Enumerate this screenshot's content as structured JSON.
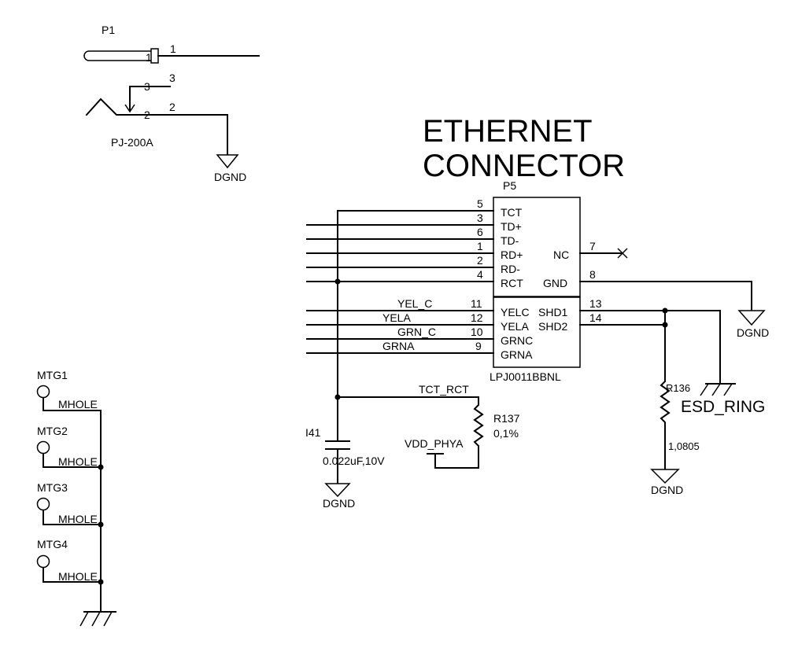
{
  "title": {
    "line1": "ETHERNET",
    "line2": "CONNECTOR"
  },
  "power_jack": {
    "ref": "P1",
    "part": "PJ-200A",
    "pins": [
      "1",
      "1",
      "3",
      "3",
      "2",
      "2"
    ],
    "ground": "DGND"
  },
  "connector": {
    "ref": "P5",
    "part": "LPJ0011BBNL",
    "left_pins": [
      {
        "num": "5",
        "name": "TCT"
      },
      {
        "num": "3",
        "name": "TD+"
      },
      {
        "num": "6",
        "name": "TD-"
      },
      {
        "num": "1",
        "name": "RD+"
      },
      {
        "num": "2",
        "name": "RD-"
      },
      {
        "num": "4",
        "name": "RCT"
      }
    ],
    "led_pins": [
      {
        "num": "11",
        "name": "YELC",
        "net": "YEL_C"
      },
      {
        "num": "12",
        "name": "YELA",
        "net": "YELA"
      },
      {
        "num": "10",
        "name": "GRNC",
        "net": "GRN_C"
      },
      {
        "num": "9",
        "name": "GRNA",
        "net": "GRNA"
      }
    ],
    "right_pins": [
      {
        "num": "7",
        "name": "NC"
      },
      {
        "num": "8",
        "name": "GND"
      },
      {
        "num": "13",
        "name": "SHD1"
      },
      {
        "num": "14",
        "name": "SHD2"
      }
    ],
    "gnd_label": "DGND"
  },
  "nets": {
    "tct_rct": "TCT_RCT",
    "vdd": "VDD_PHYA",
    "esd": "ESD_RING"
  },
  "capacitor": {
    "ref": "I41",
    "value": "0.022uF,10V",
    "gnd": "DGND"
  },
  "r137": {
    "ref": "R137",
    "value": "0,1%"
  },
  "r136": {
    "ref": "R136",
    "value": "1,0805",
    "gnd": "DGND"
  },
  "mounting": [
    {
      "ref": "MTG1",
      "label": "MHOLE"
    },
    {
      "ref": "MTG2",
      "label": "MHOLE"
    },
    {
      "ref": "MTG3",
      "label": "MHOLE"
    },
    {
      "ref": "MTG4",
      "label": "MHOLE"
    }
  ]
}
